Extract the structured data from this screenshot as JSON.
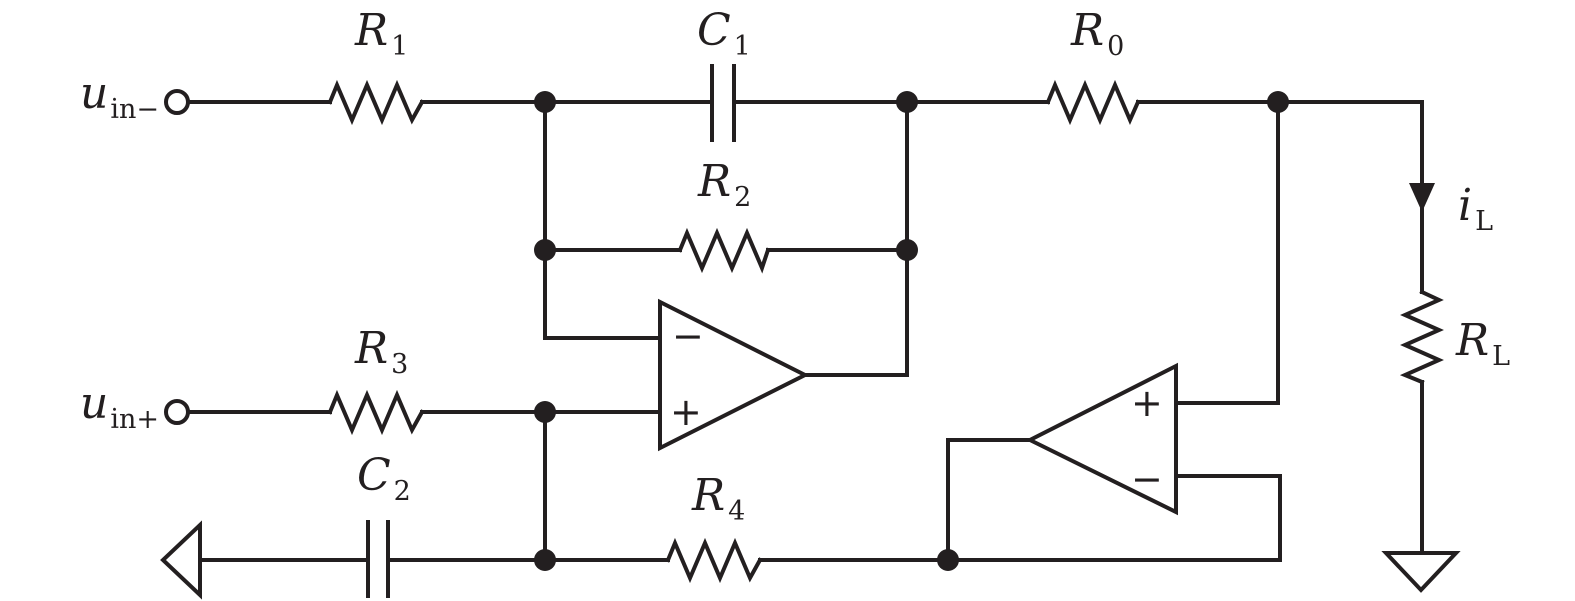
{
  "labels": {
    "R1": {
      "main": "R",
      "sub": "1"
    },
    "C1": {
      "main": "C",
      "sub": "1"
    },
    "R0": {
      "main": "R",
      "sub": "0"
    },
    "R2": {
      "main": "R",
      "sub": "2"
    },
    "R3": {
      "main": "R",
      "sub": "3"
    },
    "C2": {
      "main": "C",
      "sub": "2"
    },
    "R4": {
      "main": "R",
      "sub": "4"
    },
    "RL": {
      "main": "R",
      "sub": "L"
    },
    "iL": {
      "main": "i",
      "sub": "L"
    },
    "uin_minus": {
      "main": "u",
      "sub": "in−"
    },
    "uin_plus": {
      "main": "u",
      "sub": "in+"
    }
  },
  "opamp_signs": {
    "minus": "−",
    "plus": "+"
  },
  "colors": {
    "ink": "#231f20",
    "background": "#ffffff"
  }
}
